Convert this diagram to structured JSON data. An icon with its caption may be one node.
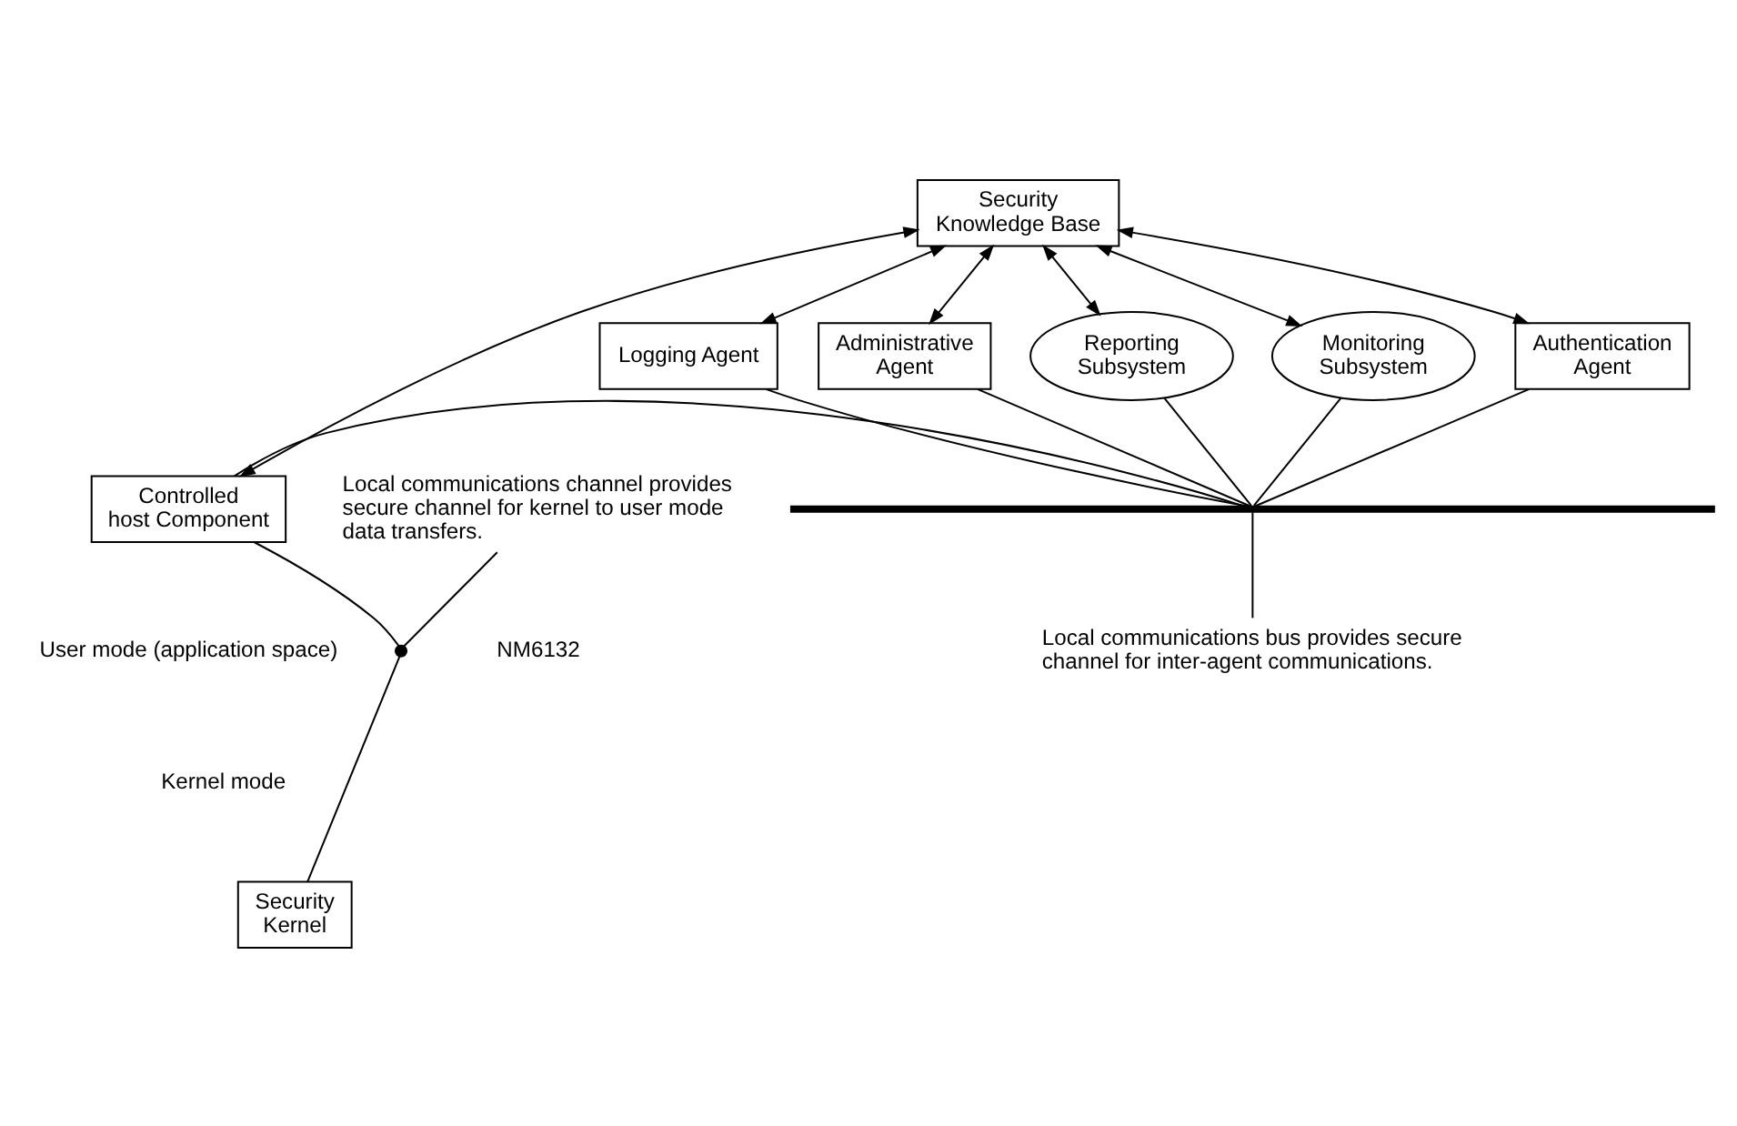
{
  "diagram": {
    "nodes": [
      {
        "text": [
          "Security Knowledge Base"
        ]
      },
      {
        "text": [
          "Authentication Agent"
        ]
      },
      {
        "text": [
          "Logging Agent"
        ]
      },
      {
        "text": [
          "Administrative Agent"
        ]
      },
      {
        "text": [
          "Reporting Subsystem"
        ]
      },
      {
        "text": [
          "Monitoring Subsystem"
        ]
      },
      {
        "text": [
          "Controlled host Component"
        ]
      },
      {
        "text": [],
        "shape": "bar"
      },
      {
        "text": [
          "Local communications bus provides secure channel for inter-agent communications."
        ]
      },
      {
        "text": [
          "Security Kernel"
        ]
      },
      {
        "text": [
          "Local communications channel provides secure channel for kernel to user mode data transfers."
        ]
      },
      {
        "text": [],
        "shape": "circle"
      }
    ],
    "edges": [
      {
        "from": 0,
        "to": 6,
        "arrow": "both"
      },
      {
        "from": 0,
        "to": 1,
        "arrow": "both"
      },
      {
        "from": 0,
        "to": 2,
        "arrow": "both"
      },
      {
        "from": 0,
        "to": 3,
        "arrow": "both"
      },
      {
        "from": 0,
        "to": 4,
        "arrow": "both"
      },
      {
        "from": 0,
        "to": 5,
        "arrow": "both"
      },
      {
        "from": 1,
        "to": 7,
        "arrow": "none"
      },
      {
        "from": 2,
        "to": 7,
        "arrow": "none"
      },
      {
        "from": 3,
        "to": 7,
        "arrow": "none"
      },
      {
        "from": 4,
        "to": 7,
        "arrow": "none"
      },
      {
        "from": 5,
        "to": 7,
        "arrow": "none"
      },
      {
        "from": 6,
        "to": 7,
        "arrow": "none"
      },
      {
        "from": 8,
        "to": 7,
        "arrow": "none"
      },
      {
        "from": 6,
        "to": 11,
        "arrow": "none"
      },
      {
        "from": 11,
        "to": 9,
        "arrow": "none"
      },
      {
        "from": 10,
        "to": 11,
        "arrow": "none"
      }
    ],
    "labels": [
      "User mode (application space)",
      "Kernel mode",
      "NM6132"
    ]
  }
}
